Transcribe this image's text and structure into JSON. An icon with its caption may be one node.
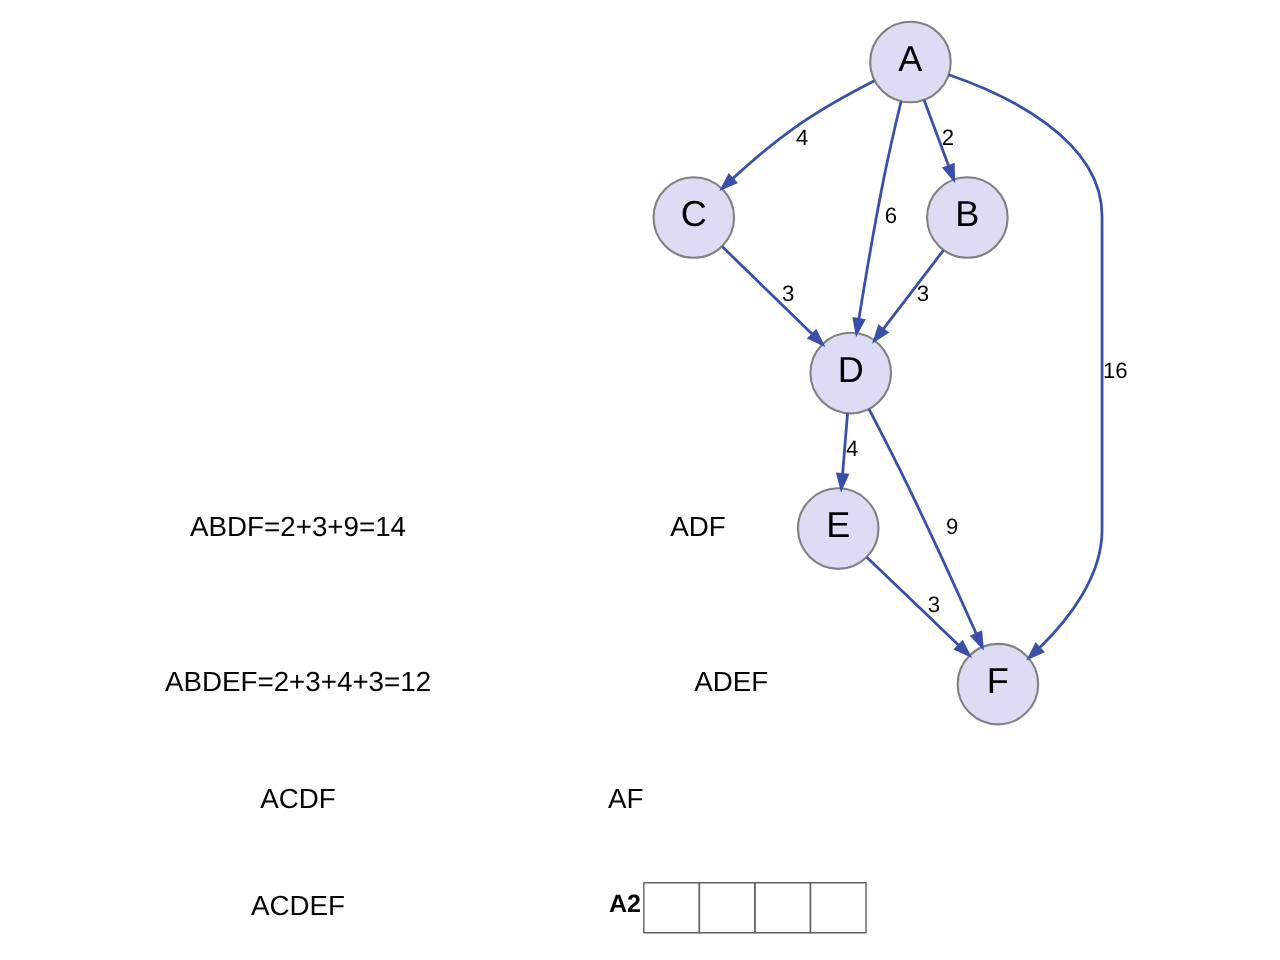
{
  "diagram": {
    "nodes": [
      {
        "text": [
          "A"
        ]
      },
      {
        "text": [
          "B"
        ]
      },
      {
        "text": [
          "C"
        ]
      },
      {
        "text": [
          "D"
        ]
      },
      {
        "text": [
          "E"
        ]
      },
      {
        "text": [
          "F"
        ]
      }
    ],
    "edges": [
      {
        "from": 0,
        "to": 1,
        "arrow": "to",
        "label": "2"
      },
      {
        "from": 0,
        "to": 2,
        "arrow": "to",
        "label": "4"
      },
      {
        "from": 0,
        "to": 3,
        "arrow": "to",
        "label": "6"
      },
      {
        "from": 0,
        "to": 5,
        "arrow": "to",
        "label": "16"
      },
      {
        "from": 1,
        "to": 3,
        "arrow": "to",
        "label": "3"
      },
      {
        "from": 2,
        "to": 3,
        "arrow": "to",
        "label": "3"
      },
      {
        "from": 3,
        "to": 5,
        "arrow": "to",
        "label": "9"
      },
      {
        "from": 3,
        "to": 4,
        "arrow": "to",
        "label": "4"
      },
      {
        "from": 4,
        "to": 5,
        "arrow": "to",
        "label": "3"
      }
    ],
    "labels": [
      "ABDF=2+3+9=14",
      "ADF",
      "ABDEF=2+3+4+3=12",
      "ADEF",
      "ACDF",
      "AF",
      "ACDEF",
      "A2"
    ]
  }
}
